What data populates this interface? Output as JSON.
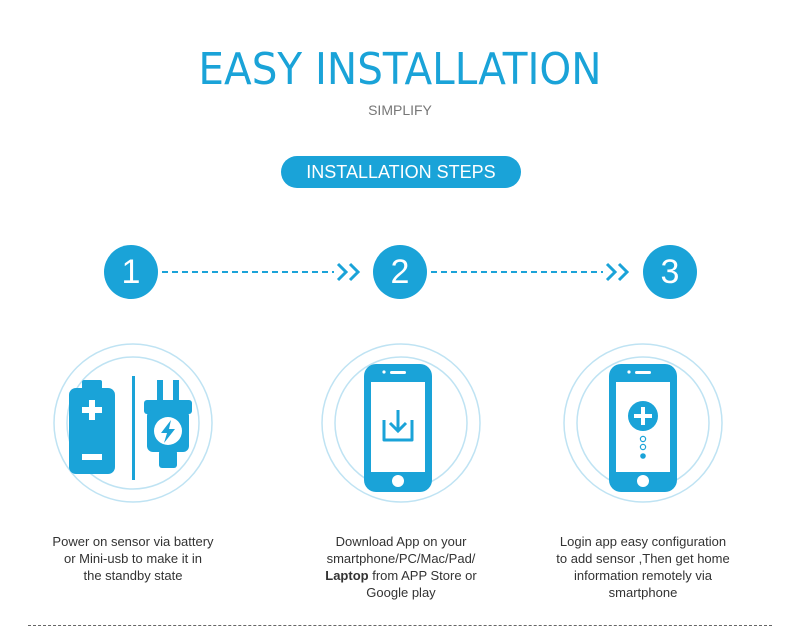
{
  "header": {
    "title": "EASY INSTALLATION",
    "subtitle": "SIMPLIFY",
    "section_label": "INSTALLATION STEPS"
  },
  "steps": [
    {
      "number": "1",
      "icon": "battery-plug-icon",
      "caption_lines": [
        "Power on sensor via battery",
        "or Mini-usb to make it in",
        "the standby state"
      ]
    },
    {
      "number": "2",
      "icon": "phone-download-icon",
      "caption_line1": "Download App on your",
      "caption_line2": "smartphone/PC/Mac/Pad/",
      "caption_line3_bold": "Laptop",
      "caption_line3_rest": " from APP Store or",
      "caption_line4": "Google play"
    },
    {
      "number": "3",
      "icon": "phone-add-icon",
      "caption_lines": [
        "Login app easy configuration",
        "to add sensor ,Then get home",
        "information remotely via",
        "smartphone"
      ]
    }
  ],
  "colors": {
    "accent": "#1aa3d8",
    "text": "#333333",
    "subtle": "#777777"
  }
}
